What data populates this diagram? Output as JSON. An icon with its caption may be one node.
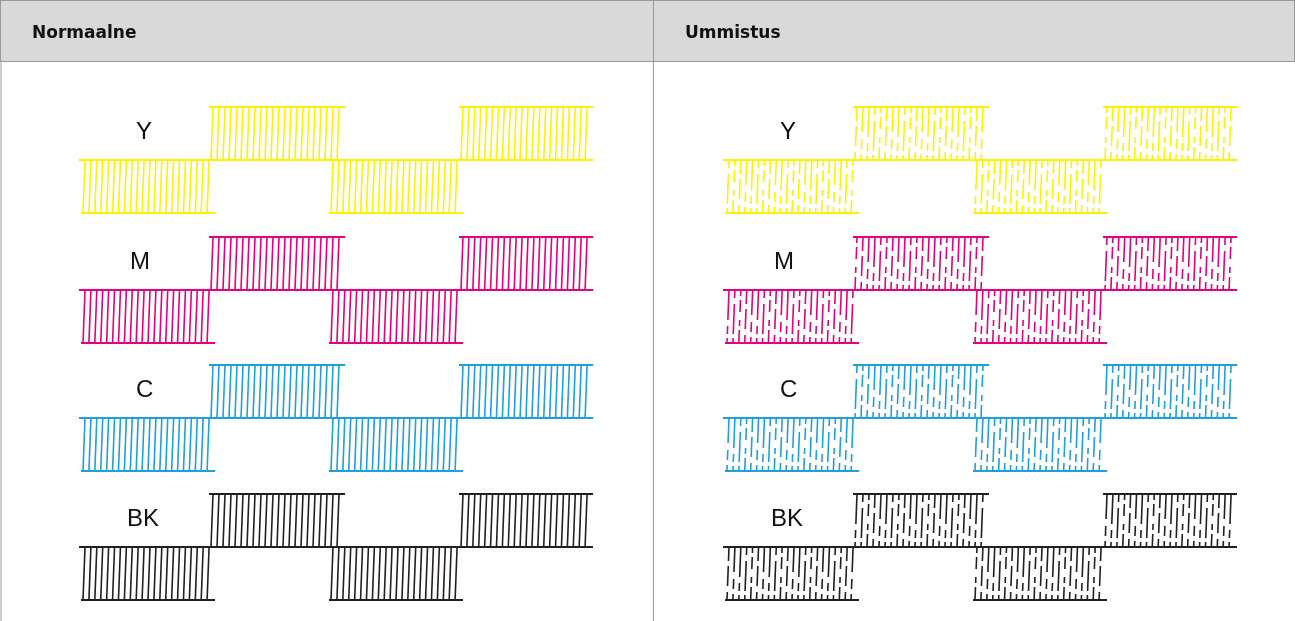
{
  "diagram": {
    "labels": [
      "Normaalne",
      "Ummistus",
      "Y",
      "M",
      "C",
      "BK",
      "Y",
      "M",
      "C",
      "BK"
    ]
  }
}
